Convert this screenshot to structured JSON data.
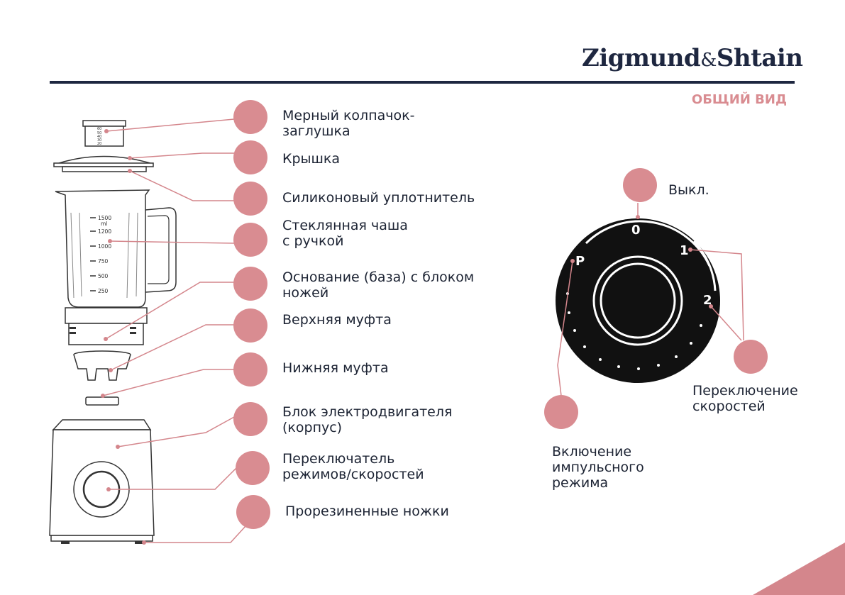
{
  "brand": {
    "name_left": "Zigmund",
    "amp": "&",
    "name_right": "Shtain"
  },
  "section_title": "ОБЩИЙ ВИД",
  "parts": [
    "Мерный колпачок-\nзаглушка",
    "Крышка",
    "Силиконовый уплотнитель",
    "Стеклянная чаша\nс ручкой",
    "Основание (база) с блоком\nножей",
    "Верхняя муфта",
    "Нижняя муфта",
    "Блок электродвигателя\n(корпус)",
    "Переключатель\nрежимов/скоростей",
    "Прорезиненные ножки"
  ],
  "jar_scale": [
    "1500",
    "ml",
    "1200",
    "1000",
    "750",
    "500",
    "250"
  ],
  "cap_scale": [
    "60",
    "50",
    "40",
    "30",
    "20"
  ],
  "knob": {
    "marks": {
      "off": "0",
      "speed1": "1",
      "speed2": "2",
      "pulse": "P"
    },
    "labels": {
      "off": "Выкл.",
      "speeds": "Переключение\nскоростей",
      "pulse": "Включение\nимпульсного\nрежима"
    }
  },
  "colors": {
    "accent": "#d98c91",
    "navy": "#1e2740",
    "line": "#d4868c"
  }
}
